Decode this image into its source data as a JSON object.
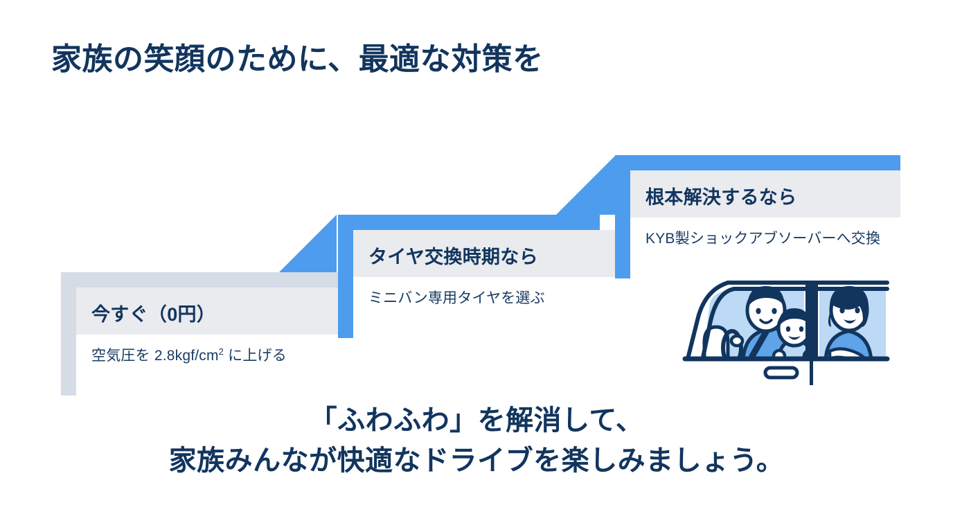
{
  "slide": {
    "title": "家族の笑顔のために、最適な対策を",
    "background_color": "#ffffff",
    "navy": "#12355e",
    "accent_blue": "#4d9ced",
    "gray_frame": "#d6dce6",
    "band_gray": "#e9ebef"
  },
  "steps": [
    {
      "id": "step-1",
      "heading": "今すぐ（0円）",
      "body_prefix": "空気圧を 2.8kgf/cm",
      "body_sup": "2",
      "body_suffix": " に上げる",
      "frame_color": "#d6dce6",
      "level": 1
    },
    {
      "id": "step-2",
      "heading": "タイヤ交換時期なら",
      "body": "ミニバン専用タイヤを選ぶ",
      "frame_color": "#4d9ced",
      "level": 2
    },
    {
      "id": "step-3",
      "heading": "根本解決するなら",
      "body": "KYB製ショックアブソーバーへ交換",
      "frame_color": "#4d9ced",
      "level": 3
    }
  ],
  "connectors": [
    {
      "id": "connector-1",
      "shape": "triangle-up-right",
      "color": "#4d9ced"
    },
    {
      "id": "connector-2",
      "shape": "triangle-up-right",
      "color": "#4d9ced"
    }
  ],
  "closing": {
    "line1": "「ふわふわ」を解消して、",
    "line2": "家族みんなが快適なドライブを楽しみましょう。"
  },
  "illustration": {
    "name": "family-in-car-illustration",
    "description": "家族が乗る車のイラスト",
    "outline_color": "#12355e",
    "window_color": "#bcd9f5",
    "clothing_color": "#5fa3e8",
    "white": "#ffffff"
  }
}
